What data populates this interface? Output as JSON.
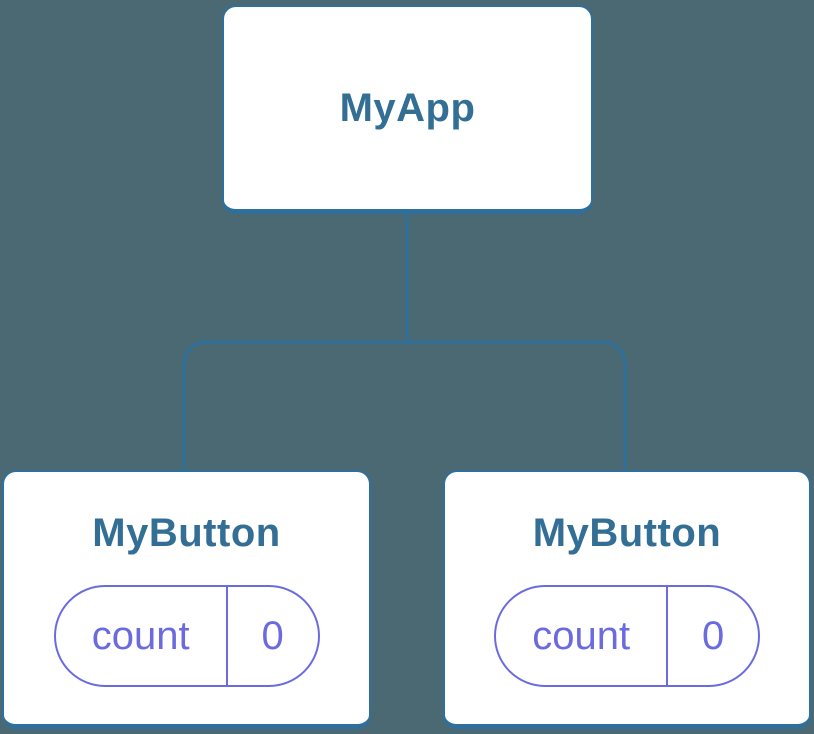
{
  "colors": {
    "background": "#4b6972",
    "node_fill": "#ffffff",
    "node_border": "#2e6f9c",
    "node_title": "#336e95",
    "connector": "#2f6f9c",
    "state_accent": "#6b6bdf"
  },
  "tree": {
    "root": {
      "label": "MyApp"
    },
    "children": [
      {
        "label": "MyButton",
        "state": {
          "name": "count",
          "value": "0"
        }
      },
      {
        "label": "MyButton",
        "state": {
          "name": "count",
          "value": "0"
        }
      }
    ]
  }
}
